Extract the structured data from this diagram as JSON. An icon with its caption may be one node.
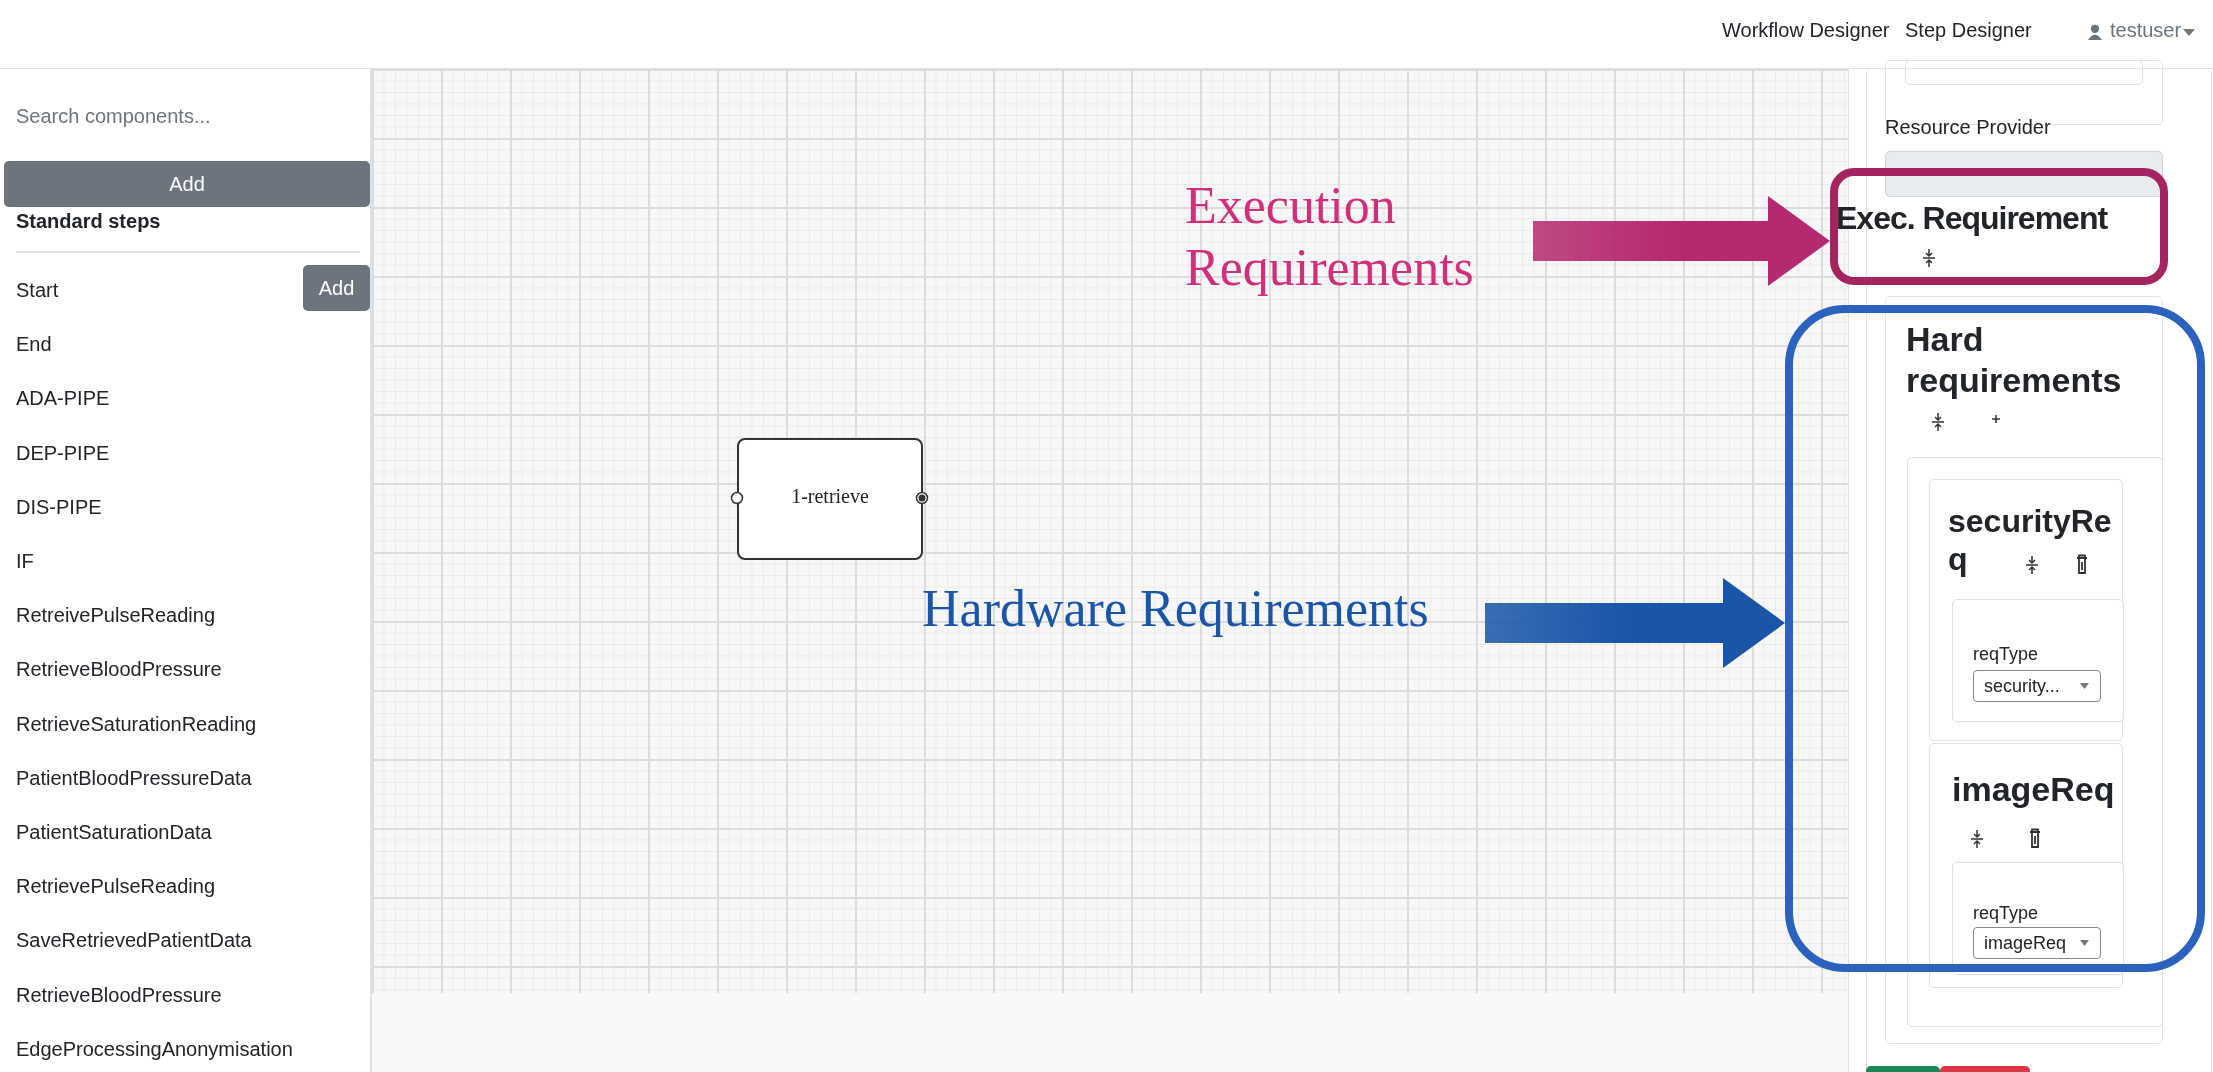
{
  "diagram": {
    "nodes": [
      {
        "text": [
          "Execution Requirements"
        ]
      },
      {
        "text": [
          "Exec. Requirement"
        ]
      },
      {
        "text": [
          "Hardware Requirements"
        ]
      },
      {
        "text": [],
        "shape": "box"
      },
      {
        "text": [
          "1-retrieve"
        ]
      },
      {
        "text": [
          "Hard requirements"
        ]
      },
      {
        "text": [
          "securityReq"
        ],
        "in": 5
      },
      {
        "text": [
          "reqType",
          "security..."
        ],
        "in": 6
      },
      {
        "text": [
          "imageReq"
        ],
        "in": 5
      },
      {
        "text": [
          "reqType",
          "imageReq"
        ],
        "in": 8
      }
    ],
    "edges": [
      {
        "from": 0,
        "to": 1,
        "arrow": "to",
        "style": "thick",
        "color": "#b52a6e"
      },
      {
        "from": 2,
        "to": 3,
        "arrow": "to",
        "style": "thick",
        "color": "#1a55a8"
      }
    ],
    "labels": [
      "Workflow Designer",
      "Step Designer",
      "testuser",
      "Search components...",
      "Add",
      "Standard steps",
      "Start",
      "Add",
      "End",
      "ADA-PIPE",
      "DEP-PIPE",
      "DIS-PIPE",
      "IF",
      "RetreivePulseReading",
      "RetrieveBloodPressure",
      "RetrieveSaturationReading",
      "PatientBloodPressureData",
      "PatientSaturationData",
      "RetrievePulseReading",
      "SaveRetrievedPatientData",
      "RetrieveBloodPressure",
      "EdgeProcessingAnonymisation",
      "Resource Provider"
    ]
  }
}
